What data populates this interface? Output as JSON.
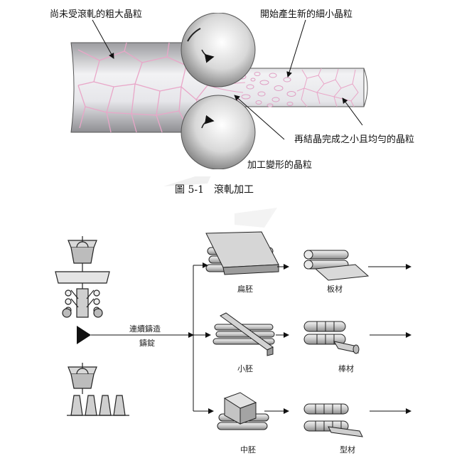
{
  "figure1": {
    "label_coarse_grains": "尚未受滾軋的粗大晶粒",
    "label_new_grains": "開始產生新的細小晶粒",
    "label_recrystallized": "再結晶完成之小且均勻的晶粒",
    "label_deformed": "加工變形的晶粒",
    "caption": "圖 5-1　滾軋加工"
  },
  "figure2": {
    "process_label_1": "連續鑄造",
    "process_label_2": "鑄錠",
    "slab_label": "扁胚",
    "plate_label": "板材",
    "billet_label": "小胚",
    "bar_label": "棒材",
    "bloom_label": "中胚",
    "shape_label": "型材"
  },
  "colors": {
    "grain_boundary": "#e9a6c8",
    "metal_gray": "#b8b8bc",
    "roll_gray": "#9a9a9a",
    "watermark": "#e8e8e8"
  }
}
